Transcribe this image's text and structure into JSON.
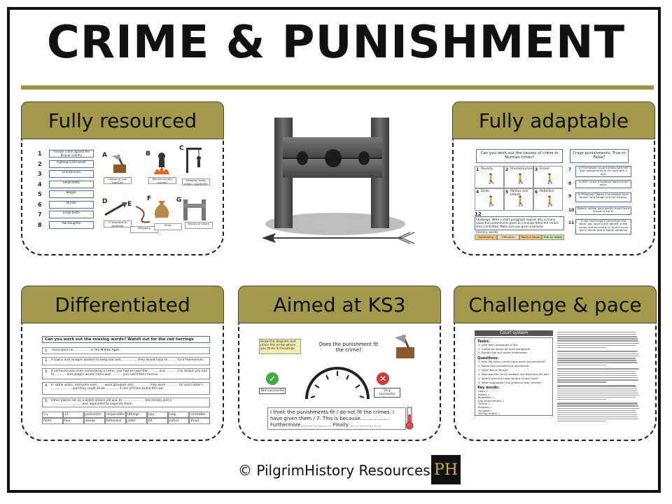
{
  "title": "CRIME & PUNISHMENT",
  "cards": {
    "c1": {
      "heading": "Fully resourced"
    },
    "c2": {
      "heading": "Fully adaptable"
    },
    "c3": {
      "heading": "Differentiated"
    },
    "c4": {
      "heading": "Aimed at KS3"
    },
    "c5": {
      "heading": "Challenge & pace"
    }
  },
  "resourced": {
    "numbers": [
      "1",
      "2",
      "3",
      "4",
      "5",
      "6",
      "7",
      "8"
    ],
    "crimes": [
      "Treason crime against the King or country",
      "Fighting in the street",
      "Drunkenness",
      "Small thefts",
      "Beggar",
      "Murder",
      "Large thefts",
      "Manslaughter"
    ],
    "letters": [
      "A",
      "B",
      "C",
      "D",
      "E",
      "F",
      "G"
    ],
    "captions": [
      "Chopping your hand off",
      "Woman usually burned",
      "Hanging 'hung, drawn, quartered'",
      "'V' branded on forehead",
      "Whipping",
      "Fines",
      "Stocks or pillory"
    ]
  },
  "adaptable": {
    "left_title": "Can you work out the causes of crime in Norman times?",
    "right_title": "Crazy punishments: True or False?",
    "causes": [
      {
        "n": "1",
        "label": "Poverty"
      },
      {
        "n": "2",
        "label": "Unemployment"
      },
      {
        "n": "3",
        "label": "Greed"
      },
      {
        "n": "4",
        "label": "Drink"
      },
      {
        "n": "5",
        "label": "Politics and beliefs"
      },
      {
        "n": "6",
        "label": "Rebellion"
      }
    ],
    "facts": [
      {
        "n": "7",
        "text": "A Fishmonger caught selling bad fish was slapped around the face with a fish!"
      },
      {
        "n": "8",
        "text": "In Kent, some murderers were buried alive."
      },
      {
        "n": "9",
        "text": "In Pevensey, Wales a murderers were thrown off a bridge into the harbour."
      },
      {
        "n": "10",
        "text": "Bakers, selling poor quality bread were forced to eat it!"
      },
      {
        "n": "11",
        "text": "If you could read a verse from the bible, you could claim benefit of the clergy and be tried in a Church court which would give a lighter sentence"
      }
    ],
    "num12": "12",
    "challenge": "Challenge: Write a short paragraph explain why in many cases the punishments given to criminals fitted the crimes they committed. Make sure you given examples",
    "literacy": "literacy words",
    "words": [
      "Humiliating",
      "Offenders",
      "Teach a lesson",
      "Trial by ordeal"
    ]
  },
  "differentiated": {
    "heading": "Can you work out the missing words? Watch out for the red herrings",
    "items": [
      {
        "n": "1.",
        "text": "There were no ................ in the Middle Ages."
      },
      {
        "n": "2.",
        "text": "If towns and villages wanted to keep law and ................ they would have to ........ for it themselves."
      },
      {
        "n": "3.",
        "text": "If someone was seen committing a crime, you had to raise the .......... and .......... This meant you had to ........... and people would come and ........... you catch the criminal."
      },
      {
        "n": "4.",
        "text": "In some areas, everyone over ...... were grouped into ............... They were ............ for each other's ......................and they could all be ............. if one of them broke the law"
      },
      {
        "n": "5.",
        "text": "Other places set up a watch whose job was to ...................... the streets and a ................................was appointed to organise them."
      }
    ],
    "wordbank": [
      "cry",
      "12",
      "policemen",
      "responsible",
      "tithings",
      "pay",
      "help",
      "constable",
      "fined",
      "hue",
      "sweep",
      "behaviour",
      "order",
      "60",
      "patrol",
      "shout"
    ]
  },
  "ks3": {
    "instruction": "Draw the diagram and place the arrow where you think it should go",
    "question": "Does the punishment fit the crime?",
    "not_label": "Not successful",
    "very_label": "Very successful",
    "sentence": "I think the punishments fit / do not fit the crimes. I have given them  / 7. This is because……………… Furthermore………………. Finally ………………."
  },
  "challenge": {
    "court_title": "Court system",
    "tasks_label": "Tasks:",
    "tasks": [
      "Give each paragraph a title",
      "Create an image for each paragraph",
      "Explain the key words underneath"
    ],
    "questions_label": "Questions:",
    "questions": [
      "Why did many crimes have harsh punishments?",
      "Name two humiliating punishments",
      "What was a tithing?",
      "Who was the Lord's steward and what was his job?",
      "Where were the most serious crimes held?",
      "What happened if the evidence was unclear?"
    ],
    "keywords_label": "Key words:",
    "keywords": [
      "Hoax =",
      "Stocks =",
      "Mutilation =",
      "Law enforcement =",
      "Tithing =",
      "Steward =",
      "Accused =",
      "Trial by ordeal ="
    ]
  },
  "footer": "© PilgrimHistory Resources.",
  "logo": "PH",
  "colors": {
    "header": "#a29a4b",
    "rule": "#9b9546",
    "logo_text": "#c9b24a"
  }
}
